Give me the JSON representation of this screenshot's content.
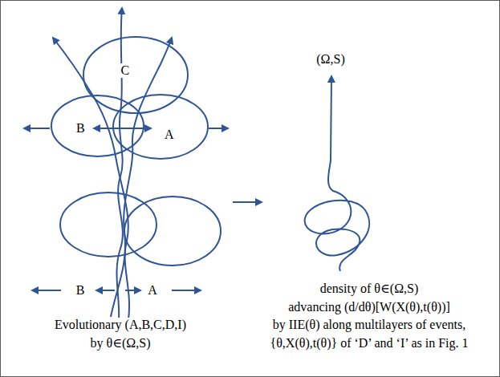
{
  "diagram": {
    "nodes": [
      {
        "text": [
          "C"
        ]
      },
      {
        "text": [
          "B"
        ]
      },
      {
        "text": [
          "A"
        ]
      }
    ],
    "labels": [
      "B",
      "A",
      "(Ω,S)",
      "Evolutionary (A,B,C,D,I)",
      "by θ∈(Ω,S)",
      "density of θ∈(Ω,S)",
      "advancing (d/dθ)[W(X(θ),t(θ))]",
      "by IIE(θ) along multilayers of events,",
      "{θ,X(θ),t(θ)} of ‘D’ and ‘I’ as in Fig. 1"
    ]
  }
}
